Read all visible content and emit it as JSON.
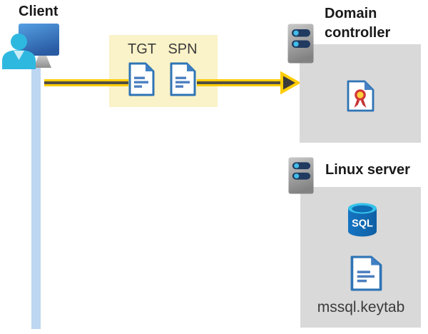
{
  "client": {
    "label": "Client"
  },
  "tickets": {
    "tgt": "TGT",
    "spn": "SPN"
  },
  "domain_controller": {
    "title": "Domain controller"
  },
  "linux_server": {
    "title": "Linux server",
    "sql_label": "SQL",
    "keytab_label": "mssql.keytab"
  },
  "icons": {
    "client": "user-workstation-icon",
    "tgt": "document-icon",
    "spn": "document-icon",
    "domain_controller": "server-icon",
    "linux_server": "server-icon",
    "certificate": "certificate-icon",
    "database": "sql-database-icon",
    "keytab": "document-icon",
    "flow": "arrow-right-icon"
  },
  "colors": {
    "highlight_box": "#FAF2C8",
    "arrow_yellow": "#FFCD05",
    "arrow_core": "#514E43",
    "arrowhead_dark": "#3A3A3A",
    "container_gray": "#D9D9D9",
    "client_line_blue": "#BDD7F3",
    "doc_border_blue": "#2E74B5",
    "doc_fold_blue": "#3F80C4",
    "doc_line_blue": "#4C7FC0",
    "person_cyan": "#2FB8DF",
    "monitor_blue_top": "#509ADF",
    "monitor_blue_bottom": "#2A5CA4",
    "server_bar_navy": "#203A60",
    "server_dot_cyan": "#41BEE8",
    "cert_red": "#D13438",
    "cert_gold": "#FFD23B",
    "sql_body_blue": "#1268B6",
    "sql_top_cyan": "#35C2EA",
    "heading_text": "#1A1A1A",
    "label_text": "#3C3C3C"
  }
}
